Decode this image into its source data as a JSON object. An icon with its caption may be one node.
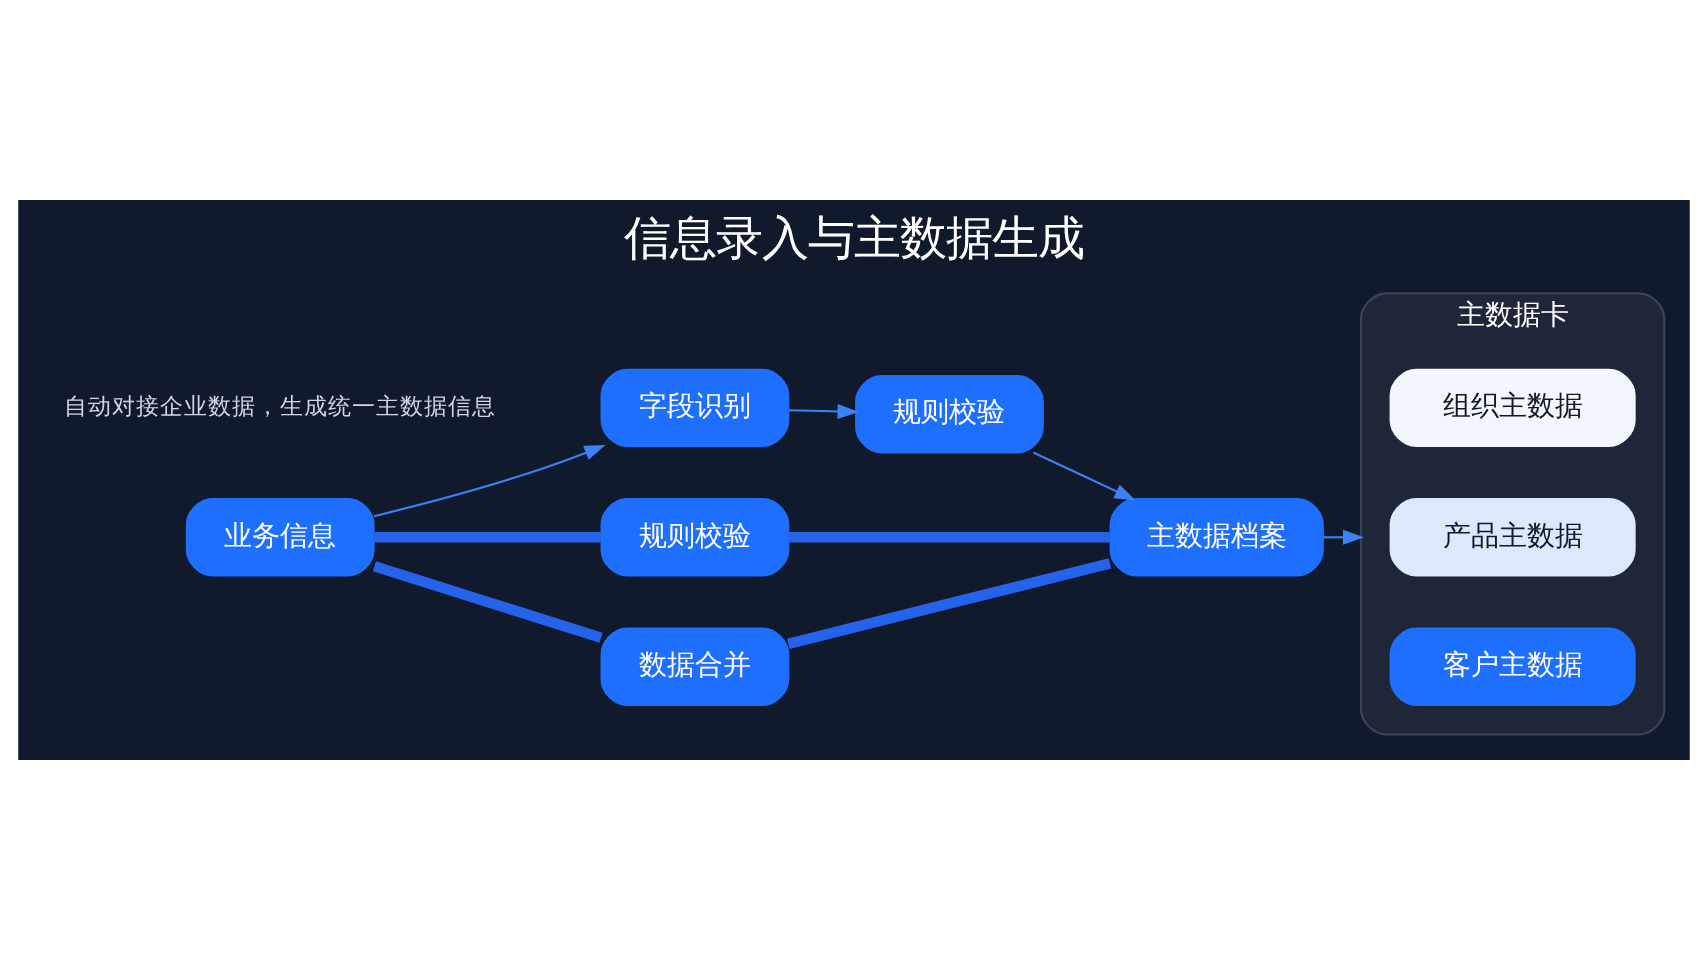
{
  "diagram": {
    "title": "信息录入与主数据生成",
    "nodes": [
      {
        "text": [
          "业务信息"
        ]
      },
      {
        "text": [
          "字段识别"
        ]
      },
      {
        "text": [
          "规则校验"
        ]
      },
      {
        "text": [
          "主数据档案"
        ]
      },
      {
        "text": [
          "规则校验"
        ]
      },
      {
        "text": [
          "数据合并"
        ]
      },
      {
        "text": [
          "主数据卡"
        ]
      },
      {
        "text": [
          "客户主数据"
        ],
        "in": 6
      },
      {
        "text": [
          "产品主数据"
        ],
        "in": 6
      },
      {
        "text": [
          "组织主数据"
        ],
        "in": 6
      }
    ],
    "edges": [
      {
        "from": 0,
        "to": 1,
        "arrow": "to"
      },
      {
        "from": 1,
        "to": 2,
        "arrow": "to"
      },
      {
        "from": 2,
        "to": 3,
        "arrow": "to"
      },
      {
        "from": 3,
        "to": 6,
        "arrow": "to"
      },
      {
        "from": 0,
        "to": 4,
        "arrow": "none",
        "style": "thick"
      },
      {
        "from": 4,
        "to": 3,
        "arrow": "none",
        "style": "thick"
      },
      {
        "from": 0,
        "to": 5,
        "arrow": "none",
        "style": "thick"
      },
      {
        "from": 5,
        "to": 3,
        "arrow": "none",
        "style": "thick"
      }
    ],
    "labels": [
      "自动对接企业数据，生成统一主数据信息"
    ]
  }
}
